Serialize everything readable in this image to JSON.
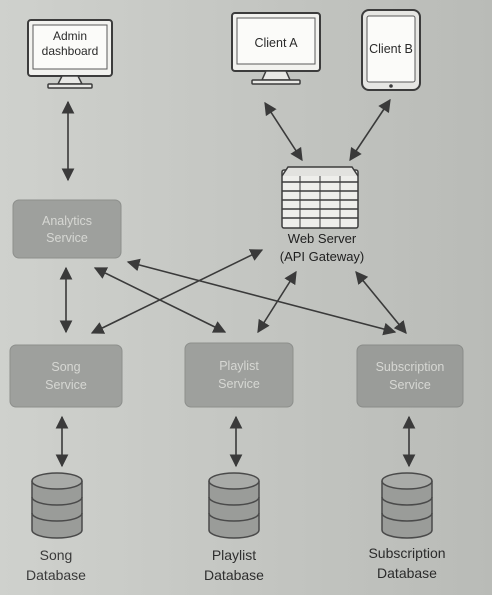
{
  "clients": {
    "admin": {
      "label": [
        "Admin",
        "dashboard"
      ]
    },
    "client_a": {
      "label": [
        "Client A"
      ]
    },
    "client_b": {
      "label": [
        "Client B"
      ]
    }
  },
  "web_server": {
    "label": [
      "Web Server",
      "(API Gateway)"
    ]
  },
  "services": {
    "analytics": {
      "label": [
        "Analytics",
        "Service"
      ]
    },
    "song": {
      "label": [
        "Song",
        "Service"
      ]
    },
    "playlist": {
      "label": [
        "Playlist",
        "Service"
      ]
    },
    "subscription": {
      "label": [
        "Subscription",
        "Service"
      ]
    }
  },
  "databases": {
    "song": {
      "label": [
        "Song",
        "Database"
      ]
    },
    "playlist": {
      "label": [
        "Playlist",
        "Database"
      ]
    },
    "subscription": {
      "label": [
        "Subscription",
        "Database"
      ]
    }
  },
  "colors": {
    "background": "#c7c9c5",
    "service_box": "#9ea09d",
    "service_text": "#d6d7d3",
    "db_fill": "#9a9c99",
    "arrow": "#3a3a3a",
    "label_text": "#2b2b2b"
  },
  "icons": {
    "admin": "monitor-icon",
    "client_a": "monitor-icon",
    "client_b": "tablet-icon",
    "web_server": "server-rack-icon",
    "database": "database-cylinder-icon"
  }
}
